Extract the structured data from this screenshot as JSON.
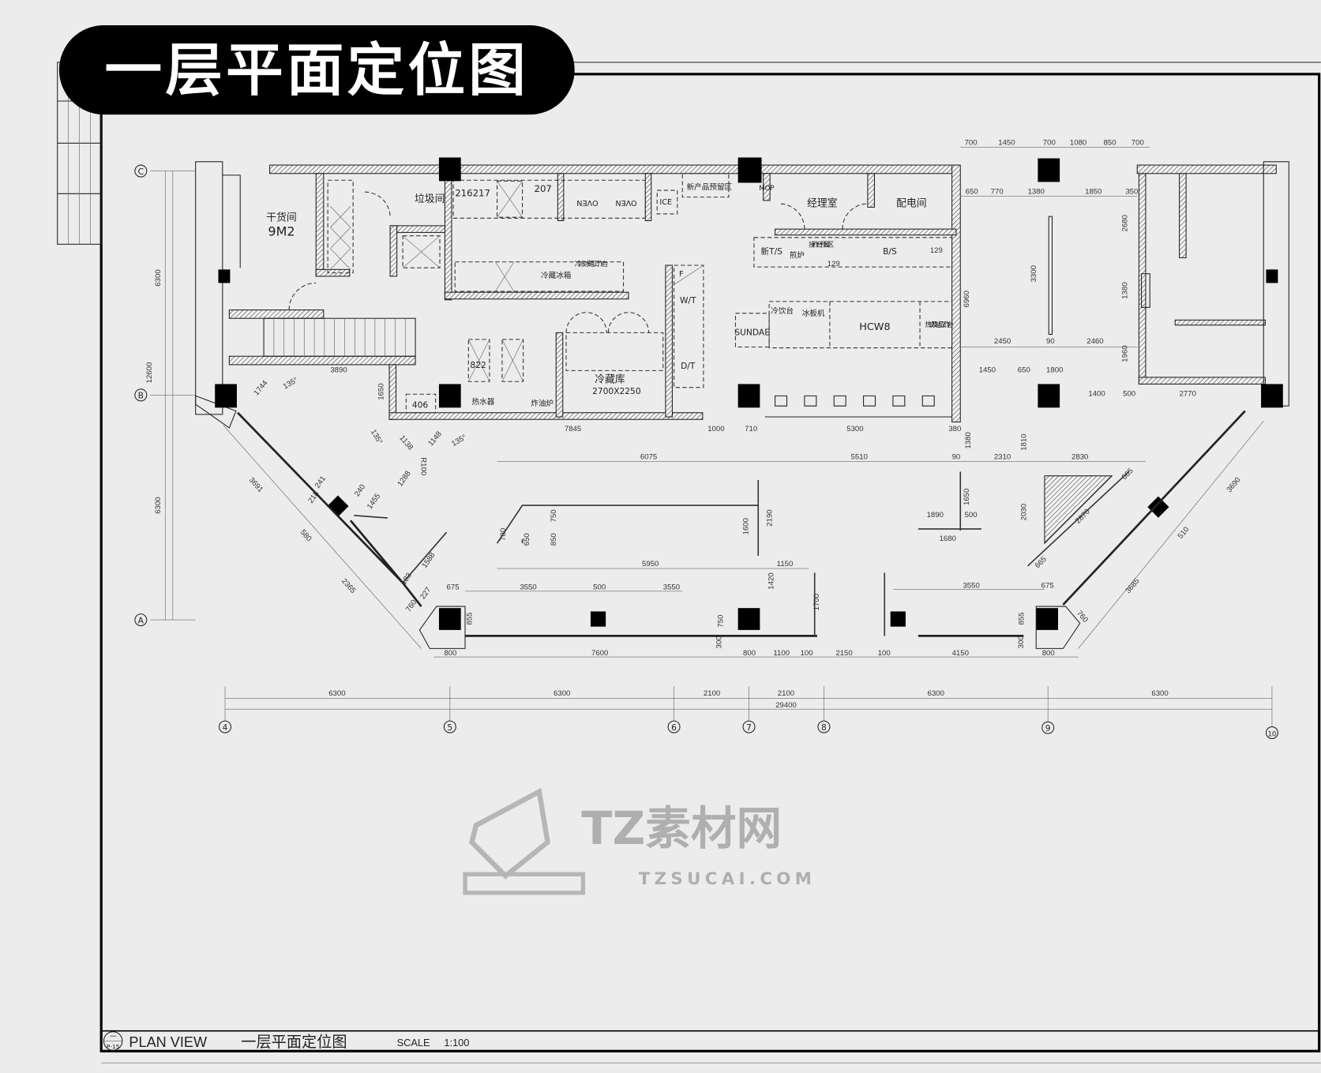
{
  "header": {
    "title": "一层平面定位图"
  },
  "title_block": {
    "circle_top": "一",
    "circle_bottom": "P-15",
    "plan_view": "PLAN VIEW",
    "plan_name": "一层平面定位图",
    "scale_label": "SCALE",
    "scale_value": "1:100"
  },
  "watermark": {
    "brand": "TZ素材网",
    "domain": "TZSUCAI.COM"
  },
  "grid_axes": {
    "rows": [
      "C",
      "B",
      "A"
    ],
    "columns": [
      "4",
      "5",
      "6",
      "7",
      "8",
      "9",
      "10"
    ],
    "column_spans": [
      "6300",
      "6300",
      "2100",
      "2100",
      "6300",
      "6300"
    ],
    "total": "29400",
    "row_spans": [
      "6300",
      "12600",
      "6300"
    ]
  },
  "rooms": {
    "dry_store": "干货间",
    "dry_store_area": "9M2",
    "trash_room": "垃圾间",
    "manager_room": "经理室",
    "electrical_room": "配电间",
    "cold_room": "冷藏库",
    "cold_room_size": "2700X2250",
    "new_product": "新产品预留区",
    "mop": "MOP",
    "oven1": "OVEN",
    "oven2": "OVEN",
    "ice": "ICE",
    "code1": "216217",
    "code2": "207",
    "freezer": "冷藏冰箱",
    "freezer_bench": "冷冻冰箱工作台",
    "wt": "W/T",
    "dt": "D/T",
    "f": "F",
    "new_ts": "新T/S",
    "fryer": "煎炉",
    "prep_reserve": "操作台预留区",
    "bs": "B/S",
    "n129a": "129",
    "n129b": "129",
    "sundae": "SUNDAE",
    "cold_drink": "冷饮台",
    "ice_machine": "冰板机",
    "hcw8": "HCW8",
    "hot_drink": "热饮及制品工作台",
    "n822": "822",
    "n406": "406",
    "hot_water": "热水器",
    "fryer2": "炸油炉"
  },
  "dimensions": {
    "top_right": [
      "700",
      "1450",
      "700",
      "1080",
      "850",
      "700"
    ],
    "right_row2": [
      "650",
      "770",
      "1380",
      "1850",
      "350"
    ],
    "right_misc": [
      "2450",
      "90",
      "2460",
      "3300",
      "6960",
      "2680",
      "1380",
      "1960",
      "1450",
      "650",
      "1800",
      "1400",
      "500",
      "2770"
    ],
    "left": [
      "3890",
      "1650",
      "1744",
      "135°",
      "135°",
      "135°",
      "1138",
      "1148",
      "R100",
      "1288",
      "3691",
      "2365",
      "580",
      "241",
      "218",
      "240",
      "1455",
      "1588",
      "183",
      "760",
      "227",
      "675"
    ],
    "middle": [
      "7845",
      "1000",
      "710",
      "5300",
      "380",
      "6075",
      "5510",
      "90",
      "2310",
      "2830",
      "1380",
      "1810",
      "5950",
      "1150",
      "1420",
      "1600",
      "2190",
      "750",
      "850",
      "650",
      "780",
      "1650",
      "1890",
      "500",
      "1680",
      "2030",
      "2870",
      "665",
      "665"
    ],
    "bottom": [
      "3550",
      "500",
      "3550",
      "3550",
      "675",
      "855",
      "855",
      "750",
      "300",
      "300",
      "800",
      "7600",
      "800",
      "1100",
      "100",
      "2150",
      "100",
      "4150",
      "800",
      "1700",
      "3690",
      "3685",
      "510",
      "760"
    ]
  }
}
